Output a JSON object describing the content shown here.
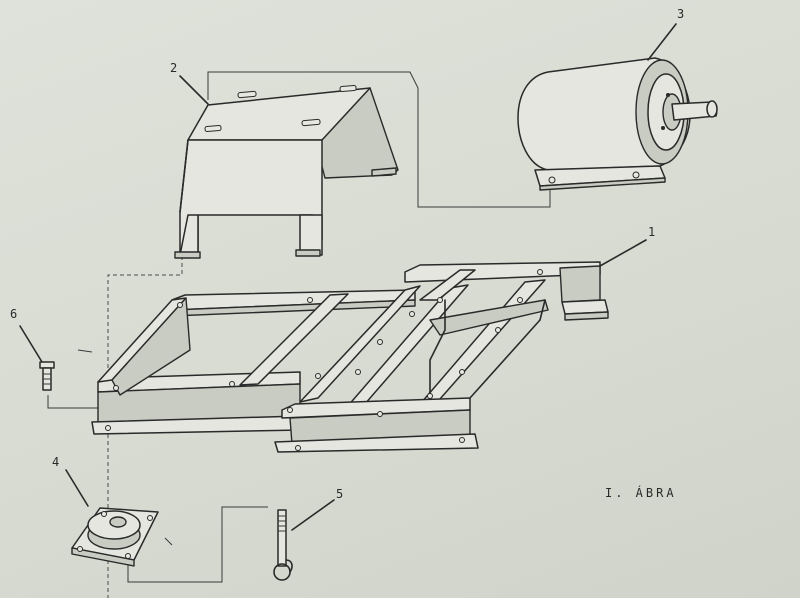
{
  "figure": {
    "caption": "I. ÁBRA",
    "labels": [
      "1",
      "2",
      "3",
      "4",
      "5",
      "6"
    ]
  }
}
